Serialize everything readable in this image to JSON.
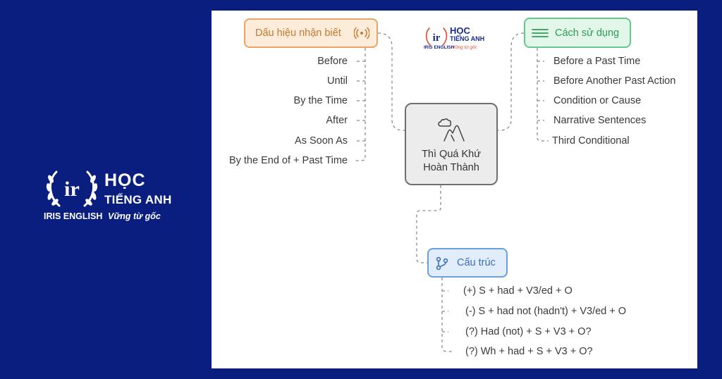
{
  "brand": {
    "logo_mark": "ir",
    "title_line1": "HỌC",
    "title_line2": "TIẾNG ANH",
    "school": "IRIS ENGLISH",
    "tagline": "Vững từ gốc",
    "colors": {
      "background": "#0a1e80",
      "brand_blue": "#1a2a8a",
      "accent_red": "#e24a2a"
    }
  },
  "mindmap": {
    "center": {
      "line1": "Thì Quá Khứ",
      "line2": "Hoàn Thành",
      "icon": "mountain-cloud-icon"
    },
    "signals": {
      "label": "Dấu hiệu nhận biết",
      "icon": "broadcast-icon",
      "color": "#e8a565",
      "items": [
        "Before",
        "Until",
        "By the Time",
        "After",
        "As Soon As",
        "By the End of + Past Time"
      ]
    },
    "usage": {
      "label": "Cách sử dụng",
      "icon": "list-lines-icon",
      "color": "#65c98a",
      "items": [
        "Before a Past Time",
        "Before Another Past Action",
        "Condition or Cause",
        "Narrative Sentences",
        "Third Conditional"
      ]
    },
    "structure": {
      "label": "Cấu trúc",
      "icon": "branch-icon",
      "color": "#6a9fe0",
      "items": [
        "(+) S + had + V3/ed + O",
        "(-) S + had not (hadn't) + V3/ed + O",
        "(?) Had (not) + S + V3 + O?",
        "(?) Wh + had + S + V3 + O?"
      ]
    }
  }
}
